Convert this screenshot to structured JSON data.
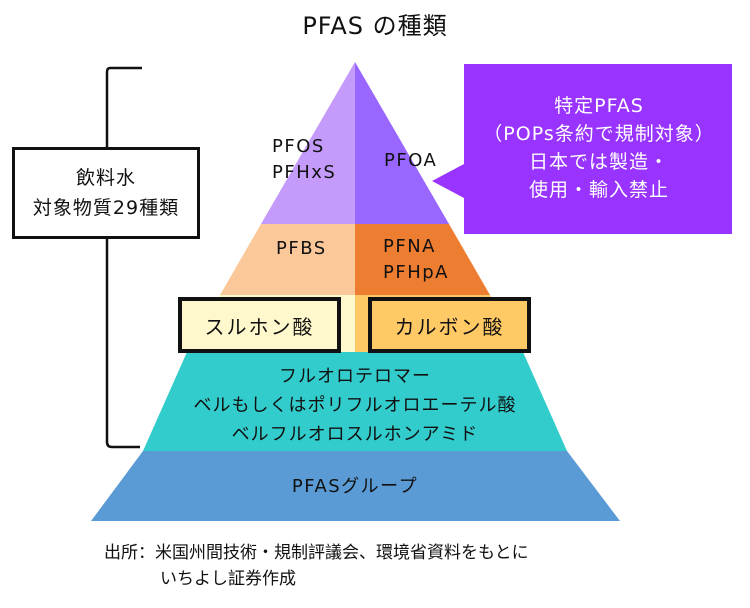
{
  "title": "PFAS の種類",
  "colors": {
    "tier1_left": "#c49afa",
    "tier1_right": "#9966ff",
    "tier2_left": "#fbc89a",
    "tier2_right": "#ed7d31",
    "tier3_left": "#fff8cc",
    "tier3_right": "#ffc965",
    "tier4": "#33cccc",
    "tier5": "#5b9bd5",
    "callout": "#9933ff",
    "outline": "#111111"
  },
  "pyramid": {
    "tier1": {
      "left_lines": [
        "PFOS",
        "PFHxS"
      ],
      "right_lines": [
        "PFOA"
      ]
    },
    "tier2": {
      "left_lines": [
        "PFBS"
      ],
      "right_lines": [
        "PFNA",
        "PFHpA"
      ]
    },
    "tier3": {
      "left_label": "スルホン酸",
      "right_label": "カルボン酸"
    },
    "tier4": {
      "lines": [
        "フルオロテロマー",
        "ベルもしくはポリフルオロエーテル酸",
        "ベルフルオロスルホンアミド"
      ]
    },
    "tier5": {
      "label": "PFASグループ"
    }
  },
  "callout": {
    "lines": [
      "特定PFAS",
      "（POPs条約で規制対象）",
      "日本では製造・",
      "使用・輸入禁止"
    ]
  },
  "bracket_box": {
    "lines": [
      "飲料水",
      "対象物質29種類"
    ]
  },
  "source": {
    "line1": "出所：米国州間技術・規制評議会、環境省資料をもとに",
    "line2": "いちよし証券作成"
  }
}
